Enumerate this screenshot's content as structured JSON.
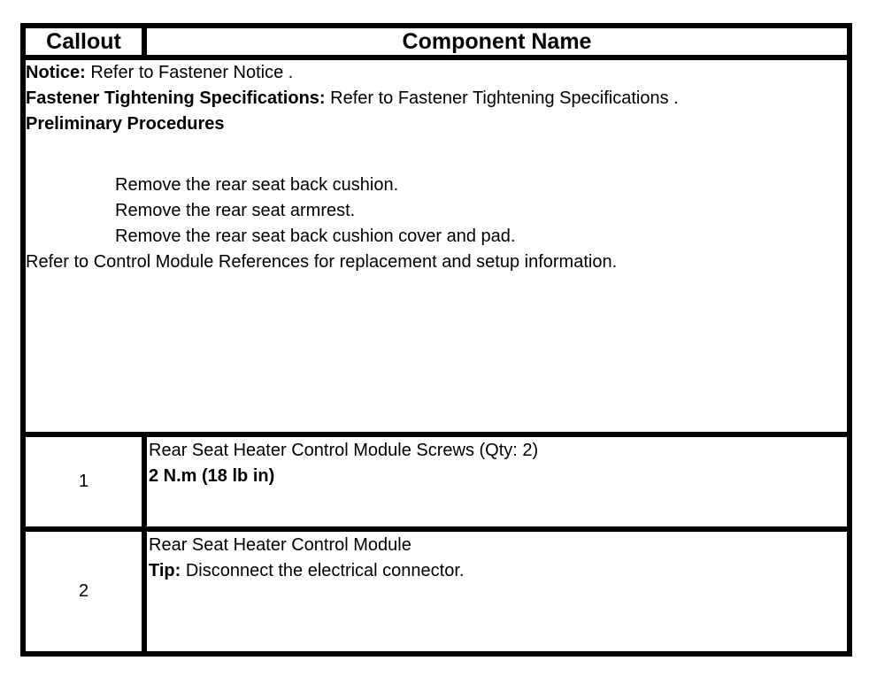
{
  "page": {
    "background_color": "#ffffff"
  },
  "table": {
    "border_color": "#000000",
    "text_color": "#000000",
    "header": {
      "callout_label": "Callout",
      "component_label": "Component Name"
    },
    "notes": {
      "notice_label": "Notice:",
      "notice_text": " Refer to Fastener Notice .",
      "fastener_label": "Fastener Tightening Specifications:",
      "fastener_text": " Refer to Fastener Tightening Specifications .",
      "preliminary_heading": "Preliminary Procedures",
      "preliminary_steps": [
        "Remove the rear seat back cushion.",
        "Remove the rear seat armrest.",
        "Remove the rear seat back cushion cover and pad."
      ],
      "refer_text": "Refer to Control Module References for replacement and setup information."
    },
    "rows": [
      {
        "callout": "1",
        "component_name": "Rear Seat Heater Control Module Screws (Qty: 2)",
        "torque_spec": "2 N.m (18 lb in)"
      },
      {
        "callout": "2",
        "component_name": "Rear Seat Heater Control Module",
        "tip_label": "Tip:",
        "tip_text": " Disconnect the electrical connector."
      }
    ]
  }
}
